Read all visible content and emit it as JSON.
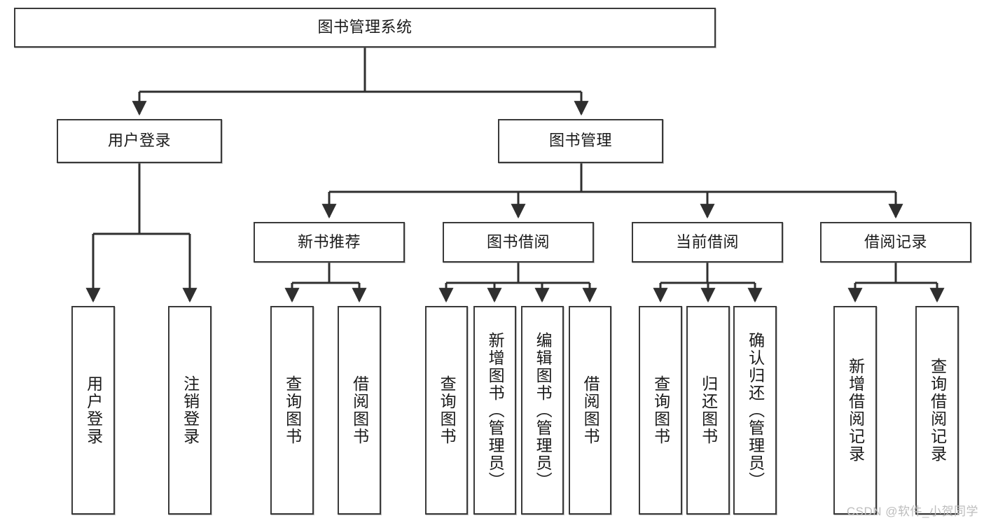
{
  "diagram": {
    "type": "tree",
    "title_node": "图书管理系统",
    "watermark": "CSDN @软件_小贺同学",
    "colors": {
      "box_border": "#3a3a3a",
      "box_fill": "#ffffff",
      "edge": "#2f2f2f",
      "text": "#1a1a1a",
      "watermark": "#bdbdbd"
    },
    "nodes": {
      "root": "图书管理系统",
      "level2": [
        {
          "label": "用户登录"
        },
        {
          "label": "图书管理"
        }
      ],
      "level3": [
        {
          "label": "新书推荐"
        },
        {
          "label": "图书借阅"
        },
        {
          "label": "当前借阅"
        },
        {
          "label": "借阅记录"
        }
      ],
      "leaves_user_login": [
        {
          "label": "用户登录"
        },
        {
          "label": "注销登录"
        }
      ],
      "leaves_new_books": [
        {
          "label": "查询图书"
        },
        {
          "label": "借阅图书"
        }
      ],
      "leaves_borrow": [
        {
          "label": "查询图书"
        },
        {
          "label": "新增图书（管理员）"
        },
        {
          "label": "编辑图书（管理员）"
        },
        {
          "label": "借阅图书"
        }
      ],
      "leaves_current": [
        {
          "label": "查询图书"
        },
        {
          "label": "归还图书"
        },
        {
          "label": "确认归还（管理员）"
        }
      ],
      "leaves_records": [
        {
          "label": "新增借阅记录"
        },
        {
          "label": "查询借阅记录"
        }
      ]
    }
  }
}
